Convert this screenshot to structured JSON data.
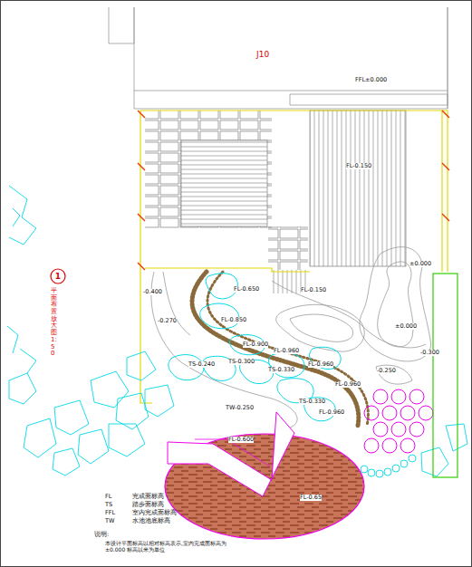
{
  "diagram": {
    "nodes": [
      {
        "text": [
          "1"
        ]
      }
    ],
    "labels": [
      "J10",
      "FFL±0.000",
      "FL-0.150",
      "-0.400",
      "FL-0.650",
      "FL-0.150",
      "±0.000",
      "-0.270",
      "FL-0.850",
      "±0.000",
      "FL-0.900",
      "FL-0.960",
      "-0.300",
      "TS-0.240",
      "TS-0.300",
      "TS-0.330",
      "FL-0.960",
      "-0.250",
      "FL-0.960",
      "TS-0.330",
      "TW-0.250",
      "FL-0.960",
      "FL-0.600",
      "FL-0.65",
      "FL",
      "完成面标高",
      "TS",
      "踏步面标高",
      "FFL",
      "室内完成面标高",
      "TW",
      "水池池底标高",
      "说明:",
      "本设计平面标高以相对标高表示,室内完成面标高为±0.000 标高以米为单位",
      "平面布置放大图 1:50"
    ]
  }
}
